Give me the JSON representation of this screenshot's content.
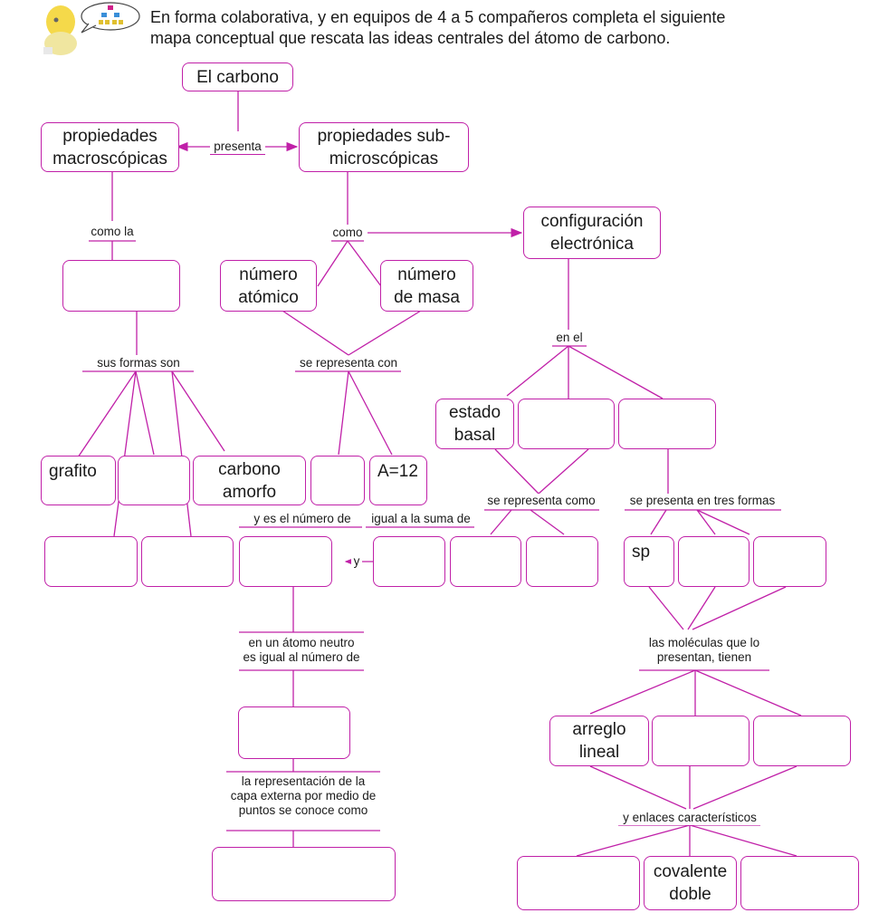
{
  "header": {
    "instruction": "En forma colaborativa, y en equipos de 4 a 5 compañeros completa el siguiente\nmapa conceptual que rescata las ideas centrales del átomo de carbono."
  },
  "colors": {
    "accent": "#c020a8",
    "line": "#c020a8"
  },
  "icons": {
    "mascot": "student-icon",
    "bubble": "concept-map-icon"
  },
  "nodes": {
    "root": "El carbono",
    "macro": "propiedades\nmacroscópicas",
    "submicro": "propiedades sub-\nmicroscópicas",
    "config": "configuración\nelectrónica",
    "macro_blank": "",
    "num_atomico": "número\natómico",
    "num_masa": "número\nde masa",
    "estado_basal": "estado\nbasal",
    "config_blank1": "",
    "config_blank2": "",
    "grafito": "grafito",
    "form_blank1": "",
    "carbono_amorfo": "carbono\namorfo",
    "rep_blank": "",
    "a12": "A=12",
    "row6_blank1": "",
    "row6_blank2": "",
    "row6_blank3": "",
    "row6_blank4": "",
    "row6_blank5": "",
    "row6_blank6": "",
    "sp": "sp",
    "hyb_blank1": "",
    "hyb_blank2": "",
    "neutral_blank": "",
    "arreglo_lineal": "arreglo\nlineal",
    "mol_blank1": "",
    "mol_blank2": "",
    "lewis_blank": "",
    "enl_blank1": "",
    "covalente_doble": "covalente\ndoble",
    "enl_blank2": ""
  },
  "labels": {
    "presenta": "presenta",
    "como_la": "como la",
    "como": "como",
    "en_el": "en el",
    "sus_formas_son": "sus formas son",
    "se_representa_con": "se representa con",
    "se_representa_como": "se representa como",
    "se_presenta_tres": "se presenta en tres formas",
    "y_es_numero": "y es el número de",
    "igual_suma": "igual a la suma de",
    "y": "y",
    "atomo_neutro": "en un átomo neutro\nes igual al número de",
    "moleculas": "las moléculas que lo\npresentan, tienen",
    "representacion": "la representación de la\ncapa externa por medio de\npuntos se conoce como",
    "enlaces": "y enlaces característicos"
  }
}
